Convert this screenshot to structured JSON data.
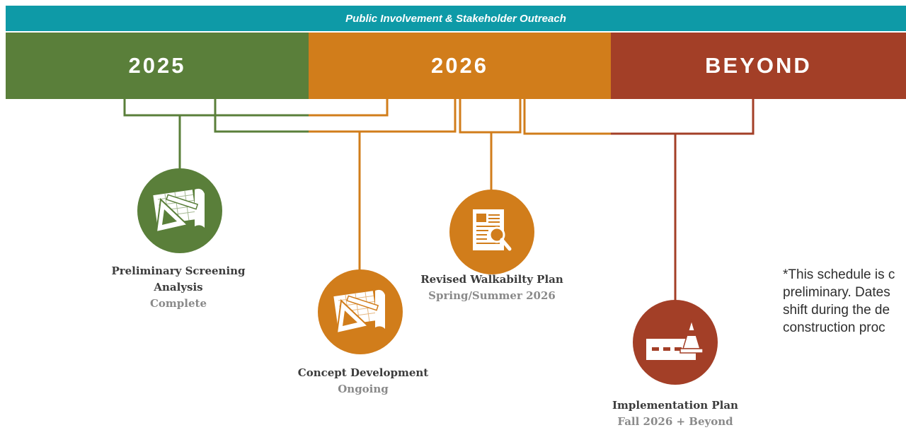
{
  "banner": {
    "text": "Public Involvement & Stakeholder Outreach"
  },
  "years": [
    {
      "label": "2025"
    },
    {
      "label": "2026"
    },
    {
      "label": "BEYOND"
    }
  ],
  "milestones": [
    {
      "title_line1": "Preliminary Screening",
      "title_line2": "Analysis",
      "status": "Complete",
      "icon": "drafting-tools-icon"
    },
    {
      "title_line1": "Concept Development",
      "status": "Ongoing",
      "icon": "drafting-tools-icon"
    },
    {
      "title_line1": "Revised Walkabilty Plan",
      "status": "Spring/Summer 2026",
      "icon": "document-magnifier-icon"
    },
    {
      "title_line1": "Implementation Plan",
      "status": "Fall 2026 + Beyond",
      "icon": "road-cone-icon"
    }
  ],
  "note": {
    "line1": "*This schedule is c",
    "line2": "preliminary. Dates",
    "line3": "shift during the de",
    "line4": "construction proc"
  },
  "colors": {
    "teal": "#0e9aa7",
    "green": "#5a7f3a",
    "orange": "#d17d1b",
    "rust": "#a33f27"
  }
}
